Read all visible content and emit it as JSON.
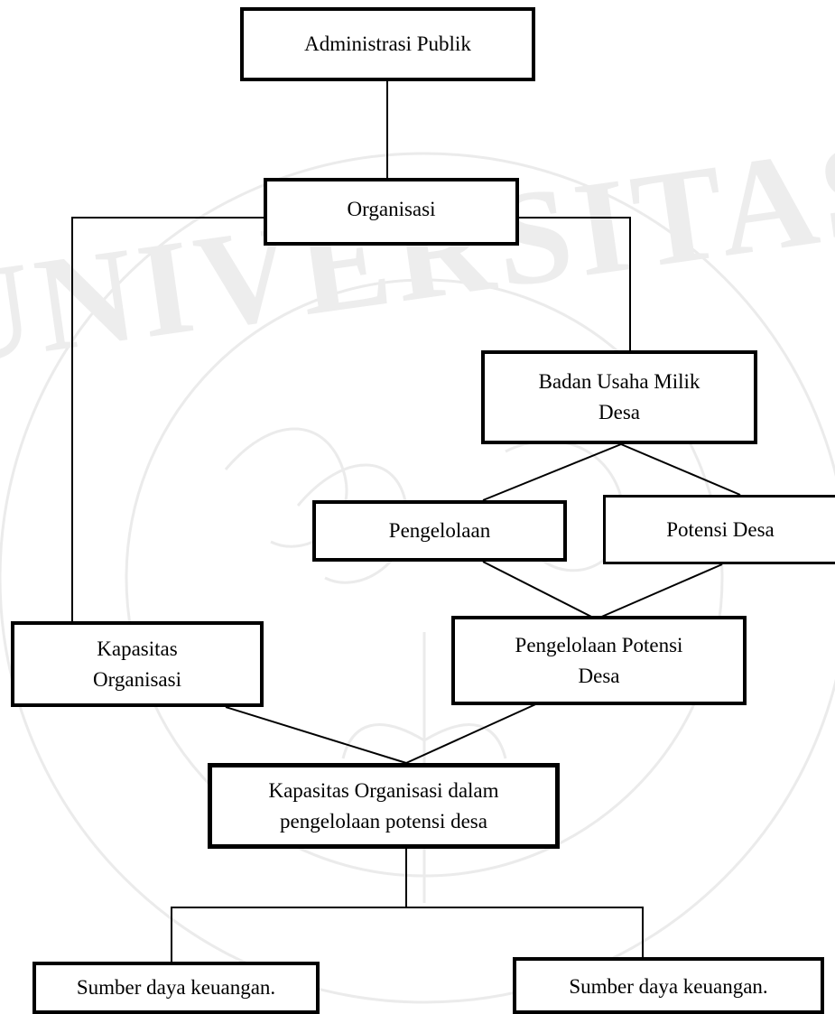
{
  "diagram": {
    "nodes": [
      {
        "id": "administrasi-publik",
        "label": "Administrasi Publik"
      },
      {
        "id": "organisasi",
        "label": "Organisasi"
      },
      {
        "id": "badan-usaha-milik-desa",
        "label": "Badan Usaha Milik\nDesa"
      },
      {
        "id": "pengelolaan",
        "label": "Pengelolaan"
      },
      {
        "id": "potensi-desa",
        "label": "Potensi Desa"
      },
      {
        "id": "kapasitas-organisasi",
        "label": "Kapasitas\nOrganisasi"
      },
      {
        "id": "pengelolaan-potensi-desa",
        "label": "Pengelolaan Potensi\nDesa"
      },
      {
        "id": "kapasitas-organisasi-dalam-pengelolaan",
        "label": "Kapasitas Organisasi dalam\npengelolaan potensi desa"
      },
      {
        "id": "sumber-daya-keuangan-left",
        "label": "Sumber daya keuangan."
      },
      {
        "id": "sumber-daya-keuangan-right",
        "label": "Sumber daya keuangan."
      }
    ],
    "edges": [
      {
        "from": "administrasi-publik",
        "to": "organisasi"
      },
      {
        "from": "organisasi",
        "to": "kapasitas-organisasi"
      },
      {
        "from": "organisasi",
        "to": "badan-usaha-milik-desa"
      },
      {
        "from": "badan-usaha-milik-desa",
        "to": "pengelolaan"
      },
      {
        "from": "badan-usaha-milik-desa",
        "to": "potensi-desa"
      },
      {
        "from": "pengelolaan",
        "to": "pengelolaan-potensi-desa"
      },
      {
        "from": "potensi-desa",
        "to": "pengelolaan-potensi-desa"
      },
      {
        "from": "kapasitas-organisasi",
        "to": "kapasitas-organisasi-dalam-pengelolaan"
      },
      {
        "from": "pengelolaan-potensi-desa",
        "to": "kapasitas-organisasi-dalam-pengelolaan"
      },
      {
        "from": "kapasitas-organisasi-dalam-pengelolaan",
        "to": "sumber-daya-keuangan-left"
      },
      {
        "from": "kapasitas-organisasi-dalam-pengelolaan",
        "to": "sumber-daya-keuangan-right"
      }
    ]
  },
  "colors": {
    "line": "#000000",
    "box_fill": "#ffffff",
    "watermark": "#e6e6e6"
  },
  "watermark": {
    "icon": "university-seal-icon",
    "text": "UNIVERSITAS"
  }
}
